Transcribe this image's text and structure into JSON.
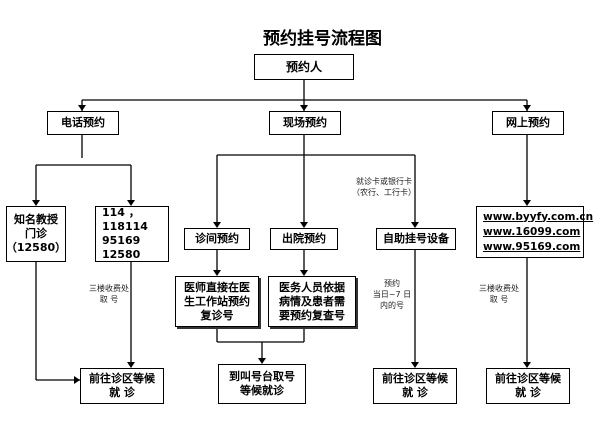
{
  "title": "预约挂号流程图",
  "root": "预约人",
  "branches": {
    "phone": "电话预约",
    "onsite": "现场预约",
    "online": "网上预约"
  },
  "phone_expert": [
    "知名教授",
    "门诊",
    "（12580）"
  ],
  "phone_numbers": [
    "114 ，118114",
    "95169",
    "12580"
  ],
  "onsite_clinic": "诊间预约",
  "onsite_discharge": "出院预约",
  "self_service": "自助挂号设备",
  "clinic_detail": [
    "医师直接在医",
    "生工作站预约",
    "复诊号"
  ],
  "discharge_detail": [
    "医务人员依据",
    "病情及患者需",
    "要预约复查号"
  ],
  "card_note": [
    "就诊卡或银行卡",
    "（农行、工行卡）"
  ],
  "window_note_left": [
    "三楼收费处",
    "取    号"
  ],
  "window_note_right": [
    "三楼收费处",
    "取    号"
  ],
  "self_note": [
    "预约",
    "当日~7 日",
    "内的号"
  ],
  "websites": [
    "www.byyfy.com.cn",
    "www.16099.com",
    "www.95169.com"
  ],
  "dest_go": [
    "前往诊区等候",
    "就    诊"
  ],
  "dest_call": [
    "到叫号台取号",
    "等候就诊"
  ]
}
